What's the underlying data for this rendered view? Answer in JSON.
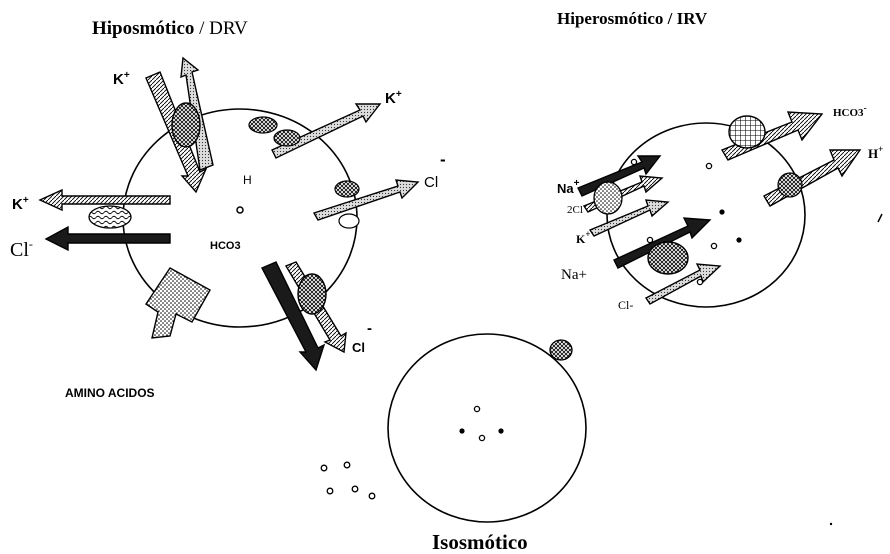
{
  "panels": {
    "hypo": {
      "title_a": "Hiposmótico",
      "title_b": " / DRV",
      "labels": {
        "k_top_left": "K",
        "k_top_left_sup": "+",
        "k_top_right": "K",
        "k_top_right_sup": "+",
        "cl_right": "Cl",
        "cl_right_sup": "-",
        "k_left": "K",
        "k_left_sup": "+",
        "cl_left": "Cl",
        "cl_left_sup": "-",
        "h_inside": "H",
        "hco3_inside": "HCO3",
        "cl_bottom": "Cl",
        "cl_bottom_sup": "-",
        "amino": "AMINO ACIDOS"
      }
    },
    "hyper": {
      "title": "Hiperosmótico / IRV",
      "labels": {
        "hco3": "HCO3",
        "hco3_sup": "-",
        "h": "H",
        "h_sup": "+",
        "na_top": "Na",
        "na_top_sup": "+",
        "twocl": "2Cl",
        "twocl_sup": "-",
        "k": "K",
        "k_sup": "+",
        "na_bottom": "Na+",
        "cl": "Cl-"
      }
    },
    "iso": {
      "title": "Isosmótico"
    }
  },
  "colors": {
    "line": "#000000",
    "background": "#ffffff"
  }
}
